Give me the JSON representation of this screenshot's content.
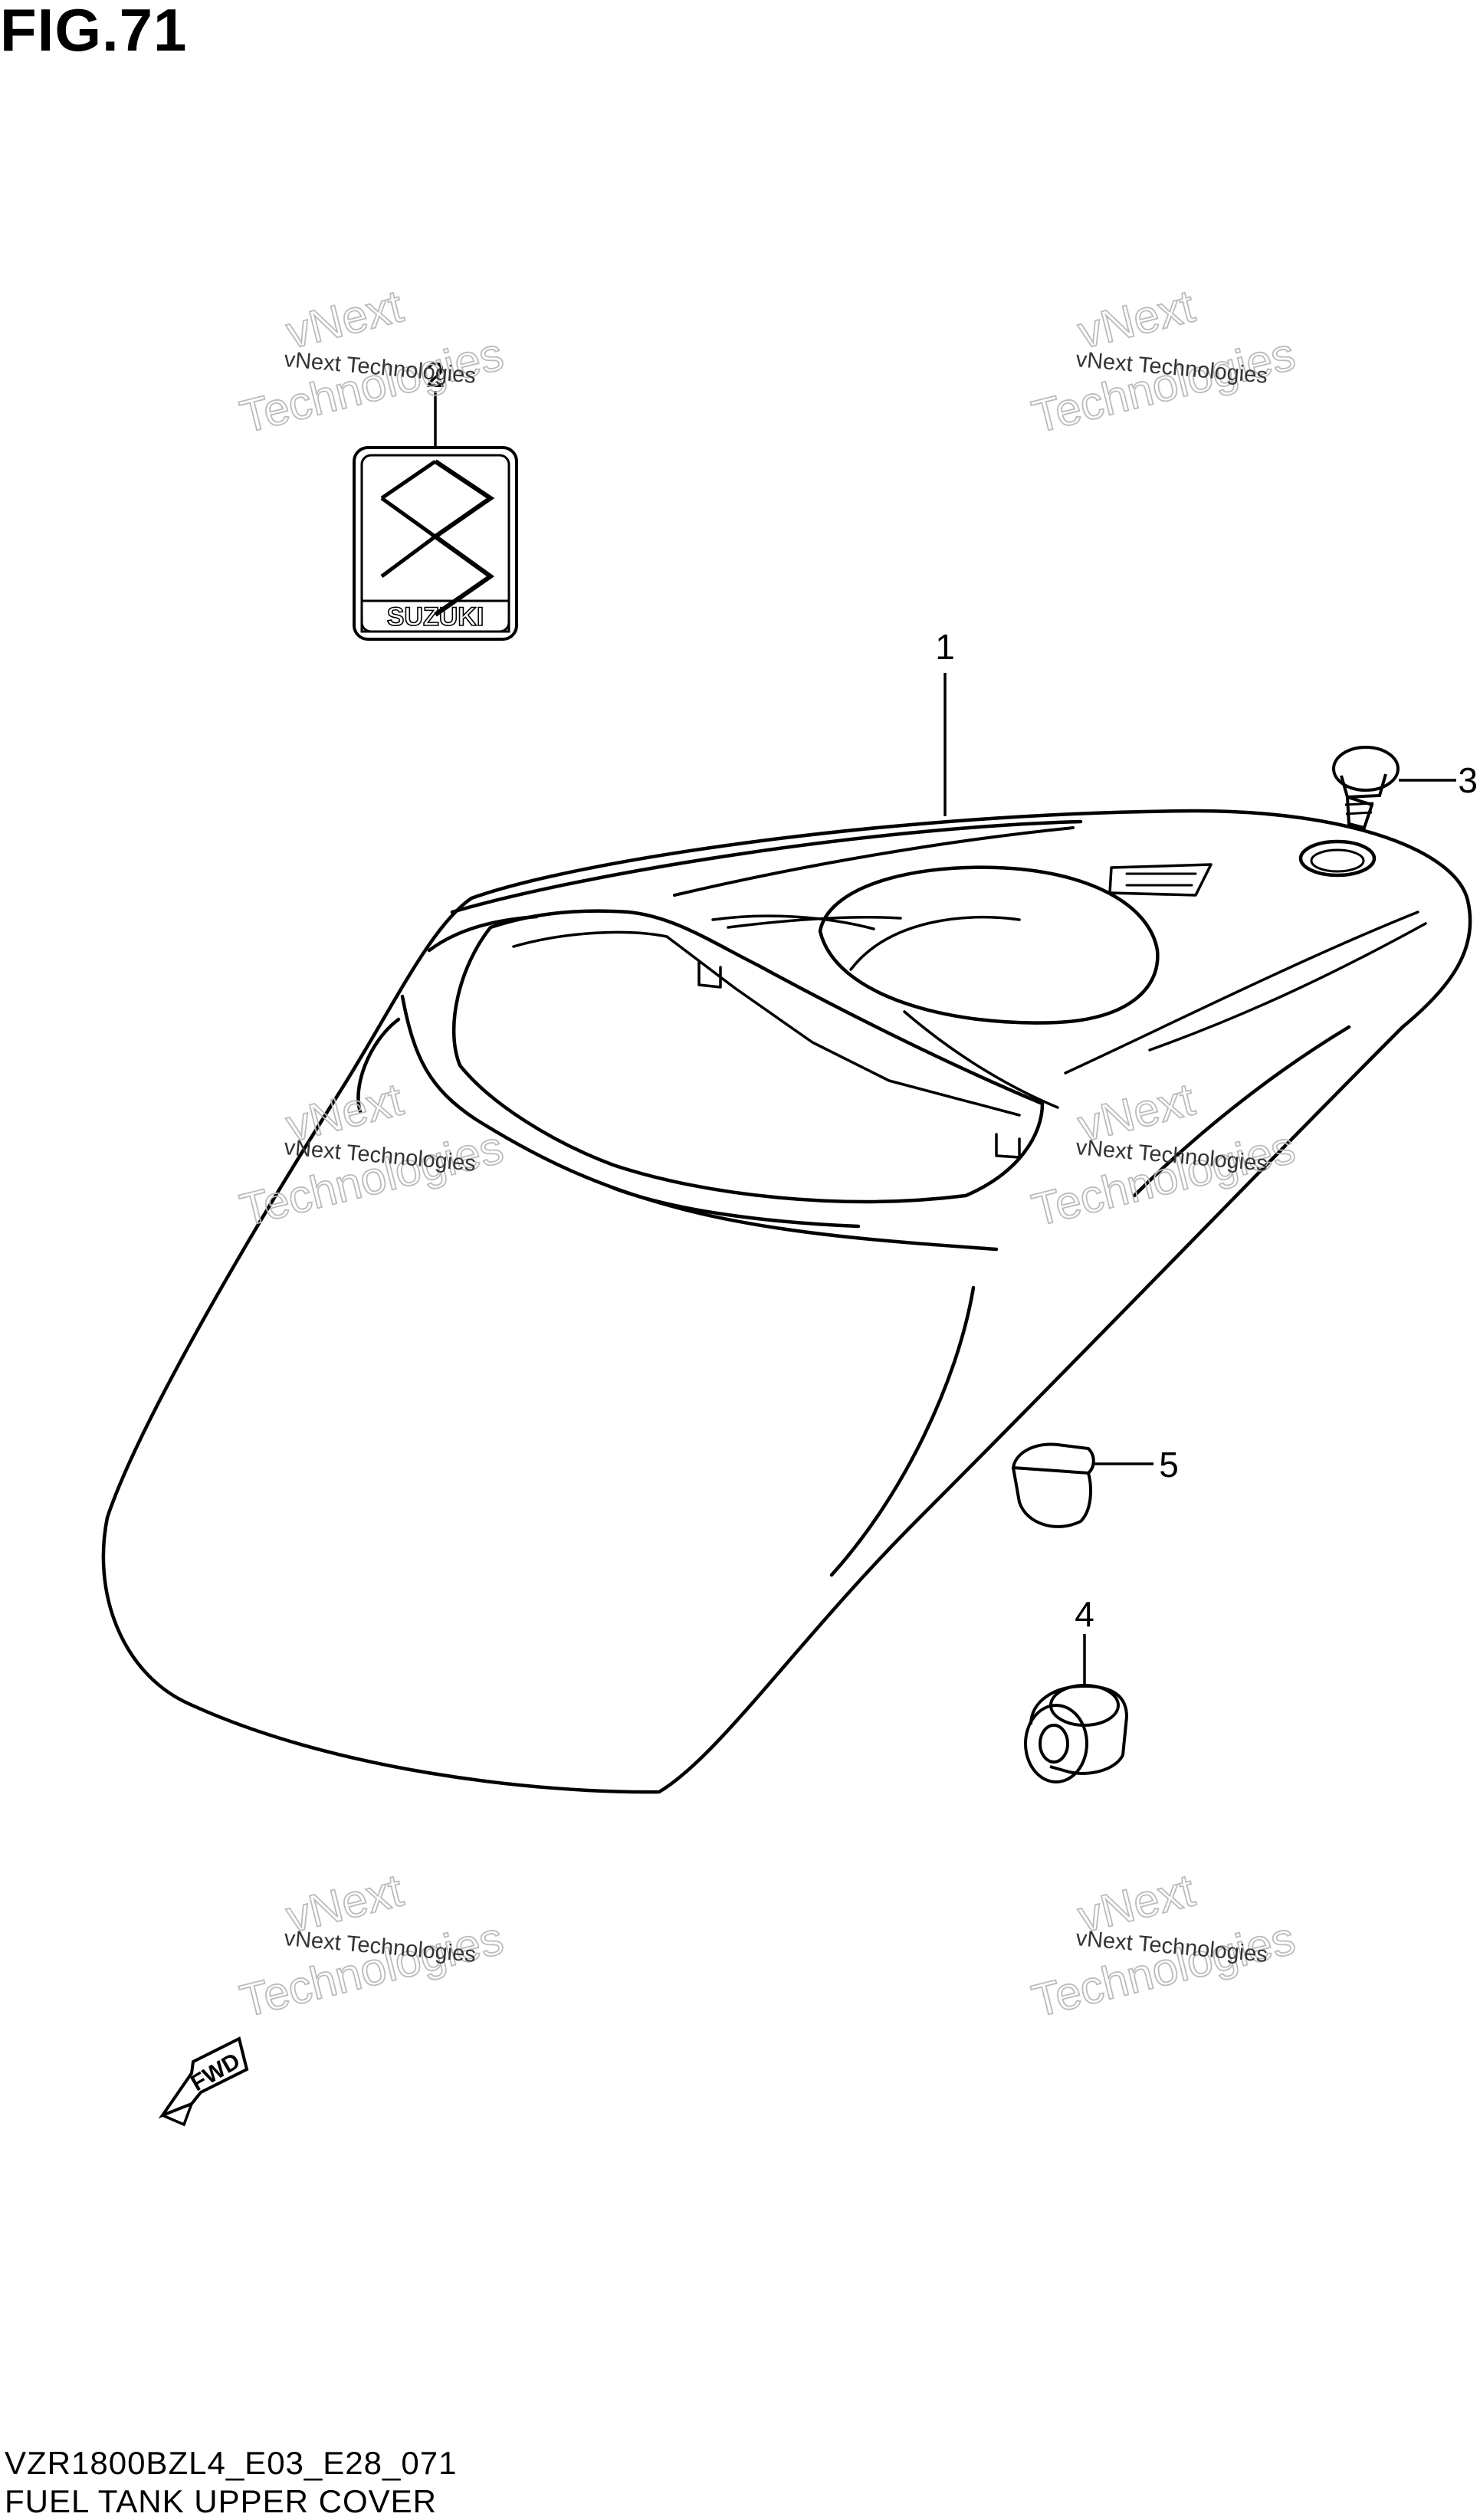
{
  "figure": {
    "title": "FIG.71",
    "diagram_code": "VZR1800BZL4_E03_E28_071",
    "caption": "FUEL TANK UPPER COVER"
  },
  "watermark": {
    "line_small": "vNext Technologies",
    "line_big_1": "vNext",
    "line_big_2": "Technologies"
  },
  "callouts": {
    "part_1": "1",
    "part_2": "2",
    "part_3": "3",
    "part_4": "4",
    "part_5": "5"
  },
  "emblem_text": "SUZUKI",
  "fwd_label": "FWD"
}
